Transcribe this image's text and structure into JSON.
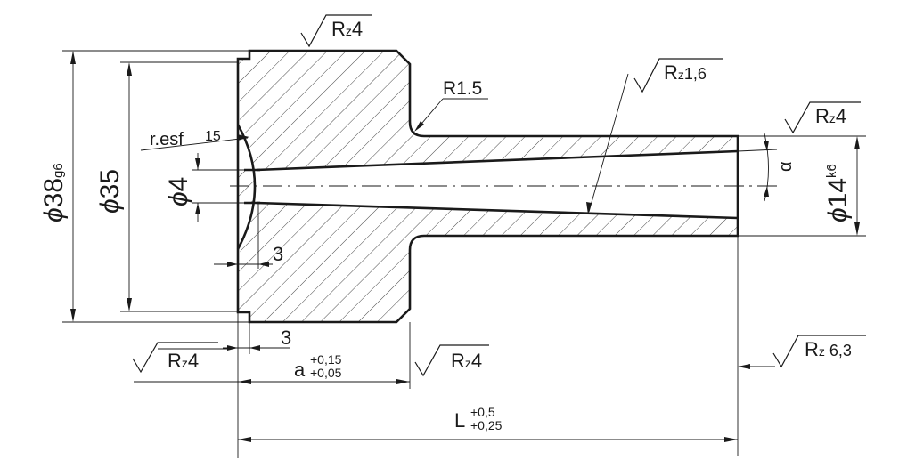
{
  "surface": {
    "top_flange": {
      "main": "R",
      "sub": "z",
      "value": "4"
    },
    "cone": {
      "main": "R",
      "sub": "z",
      "value": "1,6"
    },
    "shaft_end": {
      "main": "R",
      "sub": "z",
      "value": "4"
    },
    "left_face": {
      "main": "R",
      "sub": "z",
      "value": "4"
    },
    "shoulder": {
      "main": "R",
      "sub": "z",
      "value": "4"
    },
    "right_face": {
      "main": "R",
      "sub": "z",
      "value": " 6,3"
    }
  },
  "dims": {
    "fillet": "R1.5",
    "sphere_label": "r.esf",
    "sphere_value": "15",
    "d38_sym": "ϕ",
    "d38_val": "38",
    "d38_tol": "g6",
    "d35_sym": "ϕ",
    "d35_val": "35",
    "d4_sym": "ϕ",
    "d4_val": "4",
    "d14_sym": "ϕ",
    "d14_val": "14",
    "d14_tol": "k6",
    "depth3": "3",
    "chamfer3": "3",
    "alpha": "α",
    "a_main": "a",
    "a_upper": "+0,15",
    "a_lower": "+0,05",
    "L_main": "L",
    "L_upper": "+0,5",
    "L_lower": "+0,25"
  }
}
